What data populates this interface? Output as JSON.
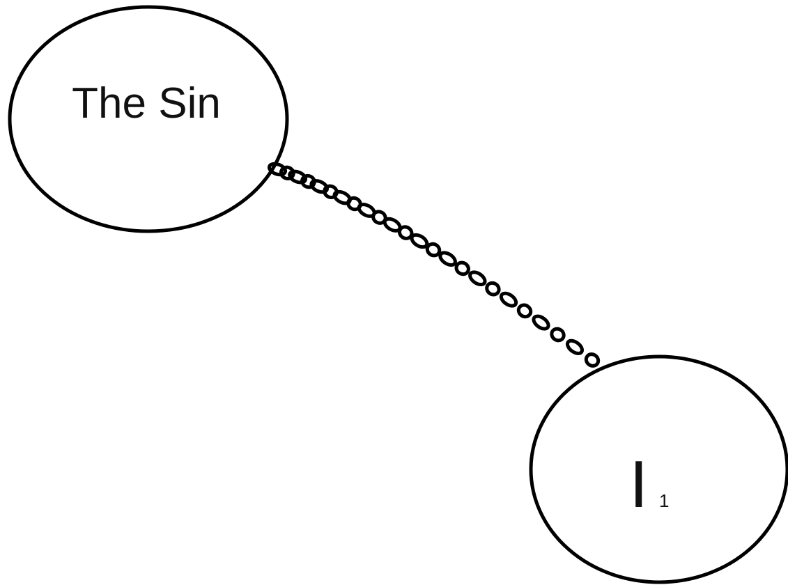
{
  "diagram": {
    "nodes": [
      {
        "id": "sin",
        "label": "The Sin"
      },
      {
        "id": "i1",
        "label": "I",
        "subscript": "1"
      }
    ],
    "edges": [
      {
        "from": "sin",
        "to": "i1",
        "style": "chain"
      }
    ],
    "colors": {
      "stroke": "#000000",
      "background": "#ffffff",
      "text": "#111111"
    }
  }
}
